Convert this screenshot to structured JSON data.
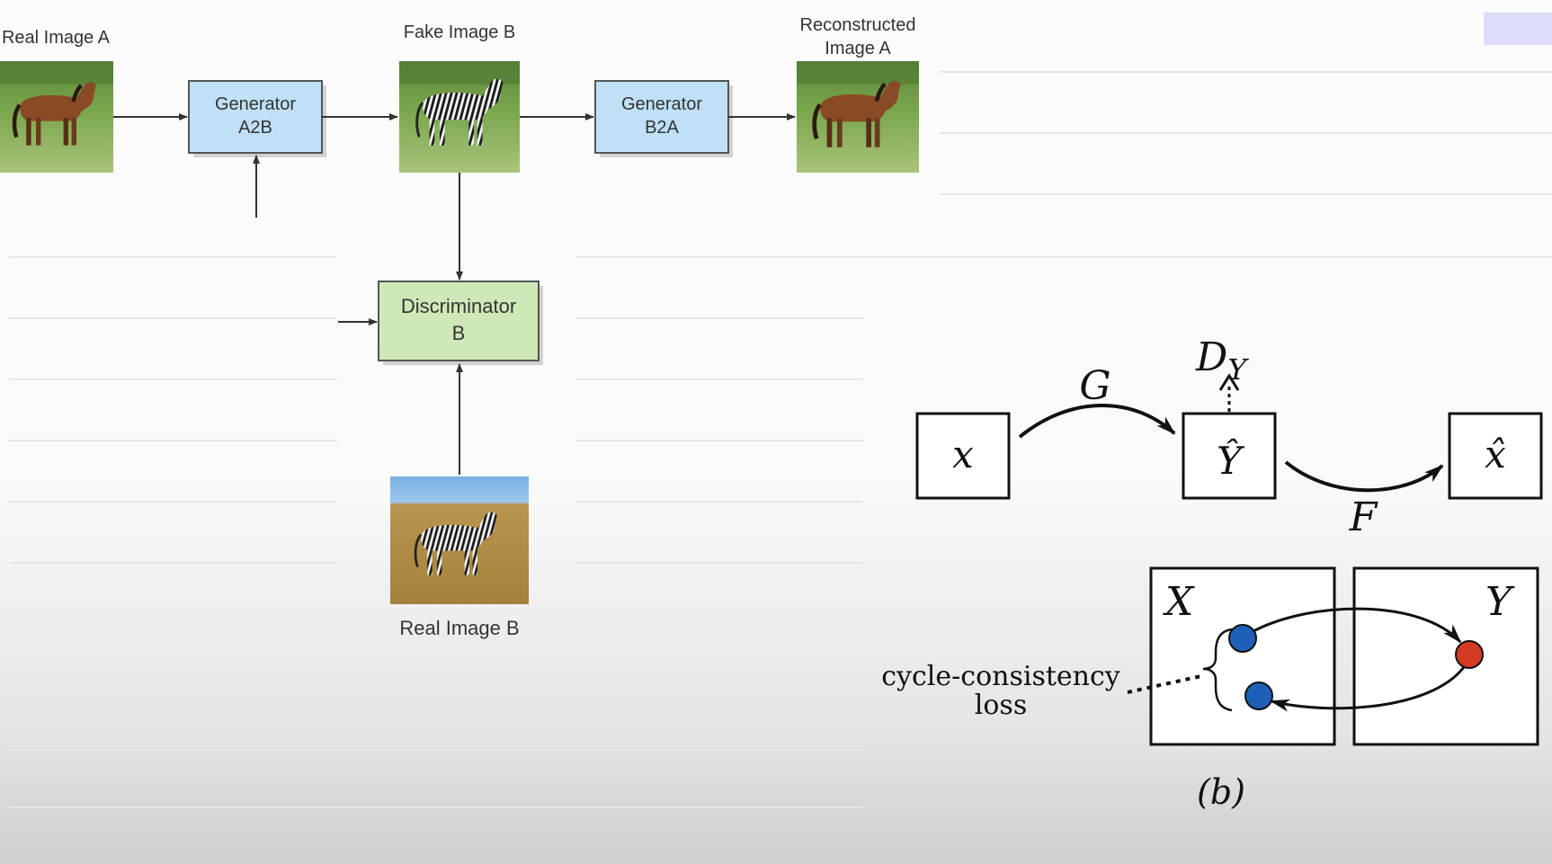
{
  "left_diagram": {
    "real_image_a_label": "Real Image A",
    "fake_image_b_label": "Fake Image B",
    "reconstructed_label_line1": "Reconstructed",
    "reconstructed_label_line2": "Image A",
    "generator_a2b_line1": "Generator",
    "generator_a2b_line2": "A2B",
    "generator_b2a_line1": "Generator",
    "generator_b2a_line2": "B2A",
    "discriminator_line1": "Discriminator",
    "discriminator_line2": "B",
    "real_image_b_label": "Real Image B"
  },
  "right_diagram": {
    "node_x": "x",
    "node_y_hat": "Ŷ",
    "node_x_hat": "x̂",
    "arrow_g_label": "G",
    "arrow_f_label": "F",
    "discriminator_label": "D",
    "discriminator_subscript": "Y",
    "domain_x_label": "X",
    "domain_y_label": "Y",
    "loss_label_line1": "cycle-consistency",
    "loss_label_line2": "loss",
    "caption": "(b)"
  },
  "colors": {
    "generator_fill": "#bfe0f5",
    "discriminator_fill": "#cfe8b8",
    "accent_swatch": "#dcdcfb",
    "dot_blue": "#1e5fb8",
    "dot_red": "#d23a22"
  },
  "icons": {
    "horse": "horse-photo-icon",
    "zebra": "zebra-photo-icon"
  }
}
